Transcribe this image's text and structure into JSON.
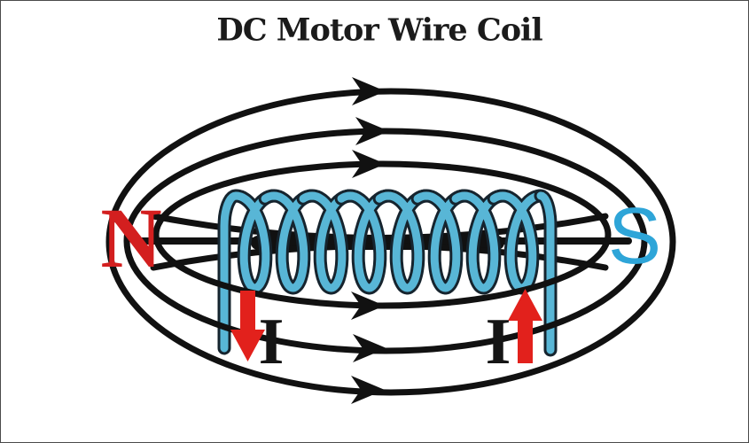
{
  "title": "DC Motor Wire Coil",
  "poles": {
    "north": "N",
    "south": "S"
  },
  "current_labels": {
    "left": "I",
    "right": "I"
  },
  "current_directions": {
    "left": "down",
    "right": "up"
  },
  "field_line_direction": "right",
  "colors": {
    "north": "#d31f1f",
    "south": "#2ea5d8",
    "coil": "#58b6d6",
    "coil_outline": "#16242e",
    "field_line": "#111111",
    "current_arrow": "#e2211c",
    "background": "#ffffff"
  }
}
